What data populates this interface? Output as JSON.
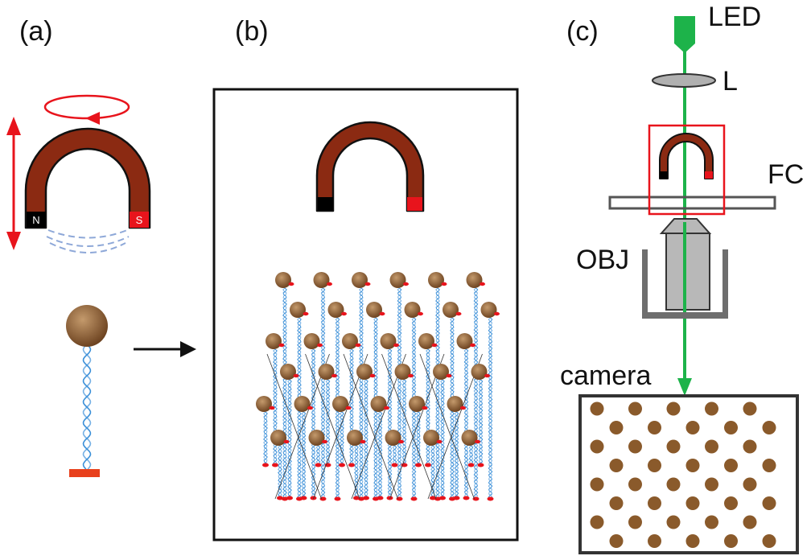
{
  "panels": {
    "a": {
      "label": "(a)",
      "north_pole": "N",
      "south_pole": "S"
    },
    "b": {
      "label": "(b)"
    },
    "c": {
      "label": "(c)",
      "led": "LED",
      "lens": "L",
      "flow_cell": "FC",
      "objective": "OBJ",
      "camera": "camera"
    }
  },
  "colors": {
    "magnet_body": "#8b2a12",
    "magnet_north": "#000000",
    "magnet_south": "#e8141c",
    "rotation_arrow": "#e8141c",
    "bead": "#8a5a2b",
    "dna": "#3a8fd8",
    "anchor": "#e8401c",
    "light_path": "#1db34a",
    "outline": "#222222"
  }
}
